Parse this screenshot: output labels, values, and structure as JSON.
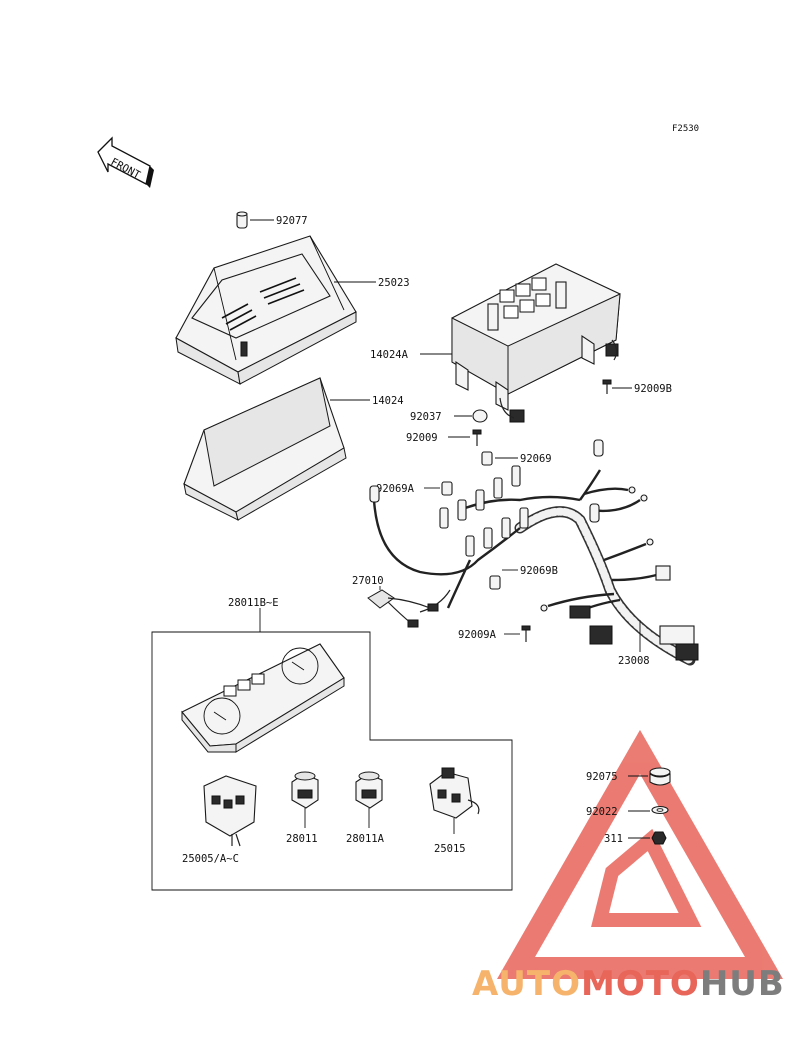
{
  "figure_code": "F2530",
  "front_label": "FRONT",
  "colors": {
    "line": "#1a1a1a",
    "watermark_red": "#e8655a",
    "watermark_orange": "#f6b36b",
    "watermark_gray": "#7d7d7d"
  },
  "part_labels": {
    "p92077": "92077",
    "p25023": "25023",
    "p14024A": "14024A",
    "p92009B": "92009B",
    "p14024": "14024",
    "p92037": "92037",
    "p92009": "92009",
    "p92069": "92069",
    "p92069A": "92069A",
    "p27010": "27010",
    "p92069B": "92069B",
    "p92009A": "92009A",
    "p23008": "23008",
    "p28011BE": "28011B~E",
    "p28011": "28011",
    "p28011A": "28011A",
    "p25015": "25015",
    "p25005": "25005/A~C",
    "p92075": "92075",
    "p92022": "92022",
    "p311": "311"
  },
  "watermark": {
    "part1": "AUTO",
    "part2": "MOTO",
    "part3": "HUB"
  }
}
